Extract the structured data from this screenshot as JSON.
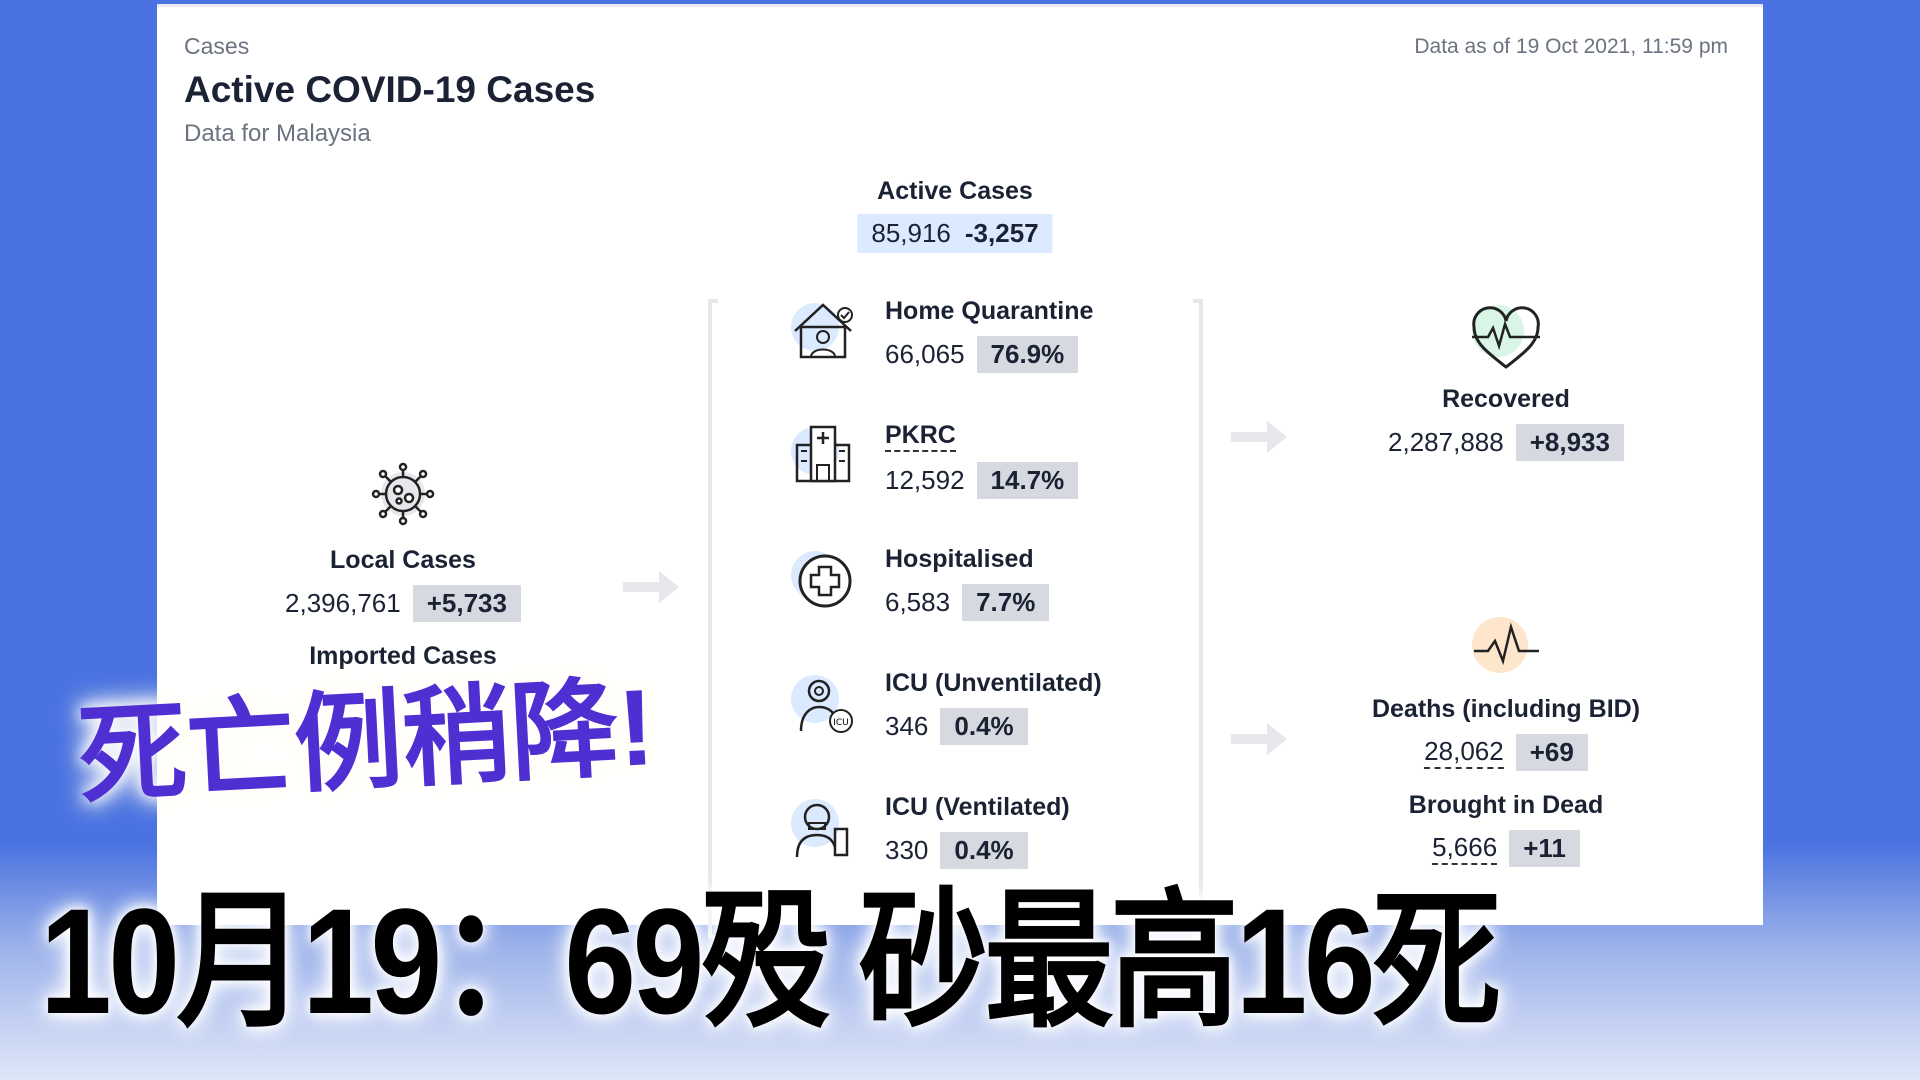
{
  "header": {
    "section": "Cases",
    "title": "Active COVID-19 Cases",
    "subtitle": "Data for Malaysia",
    "data_as_of": "Data as of 19 Oct 2021, 11:59 pm"
  },
  "active": {
    "label": "Active Cases",
    "value": "85,916",
    "change": "-3,257"
  },
  "local": {
    "label": "Local Cases",
    "value": "2,396,761",
    "change": "+5,733",
    "icon": "virus-icon"
  },
  "imported": {
    "label": "Imported Cases"
  },
  "breakdown": [
    {
      "label": "Home Quarantine",
      "value": "66,065",
      "pct": "76.9%",
      "icon": "home-quarantine-icon"
    },
    {
      "label": "PKRC",
      "value": "12,592",
      "pct": "14.7%",
      "icon": "hospital-building-icon"
    },
    {
      "label": "Hospitalised",
      "value": "6,583",
      "pct": "7.7%",
      "icon": "medical-cross-icon"
    },
    {
      "label": "ICU (Unventilated)",
      "value": "346",
      "pct": "0.4%",
      "icon": "icu-doctor-icon"
    },
    {
      "label": "ICU (Ventilated)",
      "value": "330",
      "pct": "0.4%",
      "icon": "ventilator-icon"
    }
  ],
  "recovered": {
    "label": "Recovered",
    "value": "2,287,888",
    "change": "+8,933",
    "icon": "heartbeat-icon"
  },
  "deaths": {
    "label": "Deaths (including BID)",
    "value": "28,062",
    "change": "+69",
    "icon": "pulse-icon"
  },
  "bid": {
    "label": "Brought in Dead",
    "value": "5,666",
    "change": "+11"
  },
  "overlay": {
    "headline": "死亡例稍降!",
    "caption": "10月19：69殁 砂最高16死"
  },
  "colors": {
    "background": "#4a72e0",
    "headline": "#4f2fd2",
    "badge": "#d6d9e0",
    "active_badge": "#dbeafe"
  }
}
